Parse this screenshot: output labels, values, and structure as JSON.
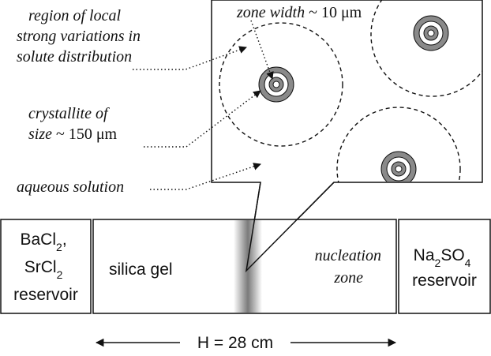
{
  "labels": {
    "region_line1": "region of local",
    "region_line2": "strong variations in",
    "region_line3": "solute distribution",
    "zone_width_it": "zone width",
    "zone_width_val": " ~ 10 μm",
    "crystallite_line1": "crystallite of",
    "crystallite_line2_it": "size",
    "crystallite_line2_val": " ~ 150 μm",
    "aqueous": "aqueous solution",
    "left_res_line1": "BaCl",
    "left_res_sub1": "2",
    "left_res_line1_tail": ",",
    "left_res_line2": "SrCl",
    "left_res_sub2": "2",
    "left_res_line3": "reservoir",
    "silica": "silica gel",
    "nucleation_line1": "nucleation",
    "nucleation_line2": "zone",
    "right_res_na": "Na",
    "right_res_sub1": "2",
    "right_res_so": "SO",
    "right_res_sub2": "4",
    "right_res_line2": "reservoir",
    "height": "H = 28 cm"
  },
  "colors": {
    "ring_dark": "#8a8a8a",
    "ring_light": "#ffffff",
    "outline": "#111111"
  },
  "icons": [
    "arrow-left-icon",
    "arrow-right-icon",
    "arrowhead-icon"
  ]
}
